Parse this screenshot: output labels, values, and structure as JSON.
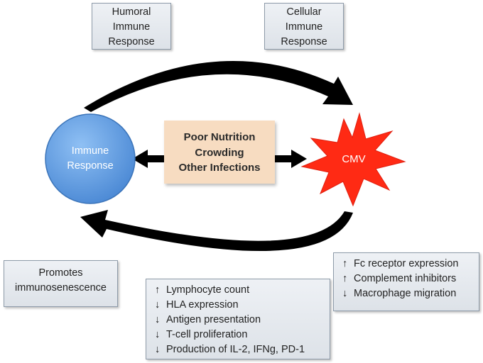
{
  "boxes": {
    "humoral": [
      "Humoral",
      "Immune",
      "Response"
    ],
    "cellular": [
      "Cellular",
      "Immune",
      "Response"
    ],
    "promotes": [
      "Promotes",
      "immunosenescence"
    ]
  },
  "center_factor": [
    "Poor Nutrition",
    "Crowding",
    "Other Infections"
  ],
  "nodes": {
    "immune_response": [
      "Immune",
      "Response"
    ],
    "cmv": "CMV"
  },
  "effects_bottom": [
    {
      "dir": "up",
      "text": "Lymphocyte count"
    },
    {
      "dir": "down",
      "text": "HLA expression"
    },
    {
      "dir": "down",
      "text": "Antigen presentation"
    },
    {
      "dir": "down",
      "text": "T-cell proliferation"
    },
    {
      "dir": "down",
      "text": "Production of IL-2, IFNg, PD-1"
    }
  ],
  "effects_right": [
    {
      "dir": "up",
      "text": "Fc receptor expression"
    },
    {
      "dir": "up",
      "text": "Complement inhibitors"
    },
    {
      "dir": "down",
      "text": "Macrophage migration"
    }
  ],
  "colors": {
    "box_fill": "#e3e7ec",
    "factor_fill": "#f7dcc1",
    "immune_fill": "#5b9ae0",
    "cmv_fill": "#ff2a14",
    "arrow": "#000000"
  }
}
